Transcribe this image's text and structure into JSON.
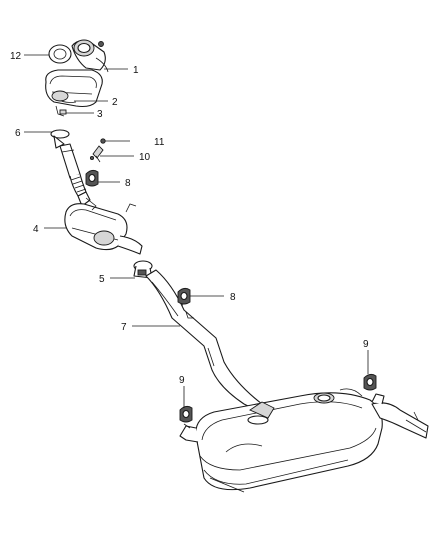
{
  "callouts": {
    "c1": "1",
    "c2": "2",
    "c3": "3",
    "c4": "4",
    "c5": "5",
    "c6": "6",
    "c7": "7",
    "c8a": "8",
    "c8b": "8",
    "c9a": "9",
    "c9b": "9",
    "c10": "10",
    "c11": "11",
    "c12": "12"
  },
  "colors": {
    "line": "#1a1a1a",
    "shade": "#d6d6d6",
    "dark": "#555555",
    "background": "#ffffff"
  }
}
